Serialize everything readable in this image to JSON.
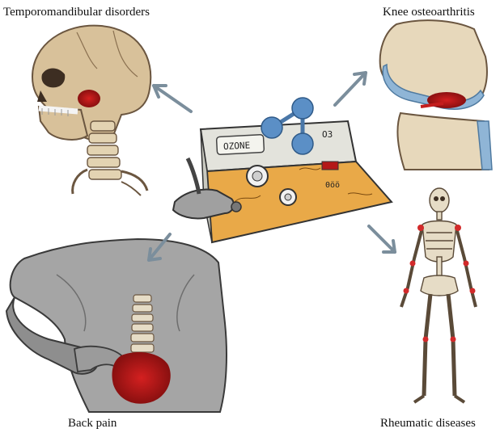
{
  "labels": {
    "tmd": "Temporomandibular disorders",
    "knee": "Knee osteoarthritis",
    "back": "Back pain",
    "rheumatic": "Rheumatic diseases"
  },
  "device": {
    "display_text": "OZONE",
    "panel_text": "O3",
    "dial_text": "0öö"
  },
  "colors": {
    "arrow": "#7b8e9c",
    "device_orange": "#e9a948",
    "device_top": "#e3e3dc",
    "molecule": "#5b8fc6",
    "pain_red": "#c41e1e",
    "bone": "#d9c6a4",
    "skin": "#9a9a9a"
  },
  "icons": {
    "skull": "skull-icon",
    "knee": "knee-joint-icon",
    "back": "back-torso-icon",
    "skeleton": "skeleton-icon",
    "generator": "ozone-generator-icon",
    "molecule": "ozone-molecule-icon"
  }
}
